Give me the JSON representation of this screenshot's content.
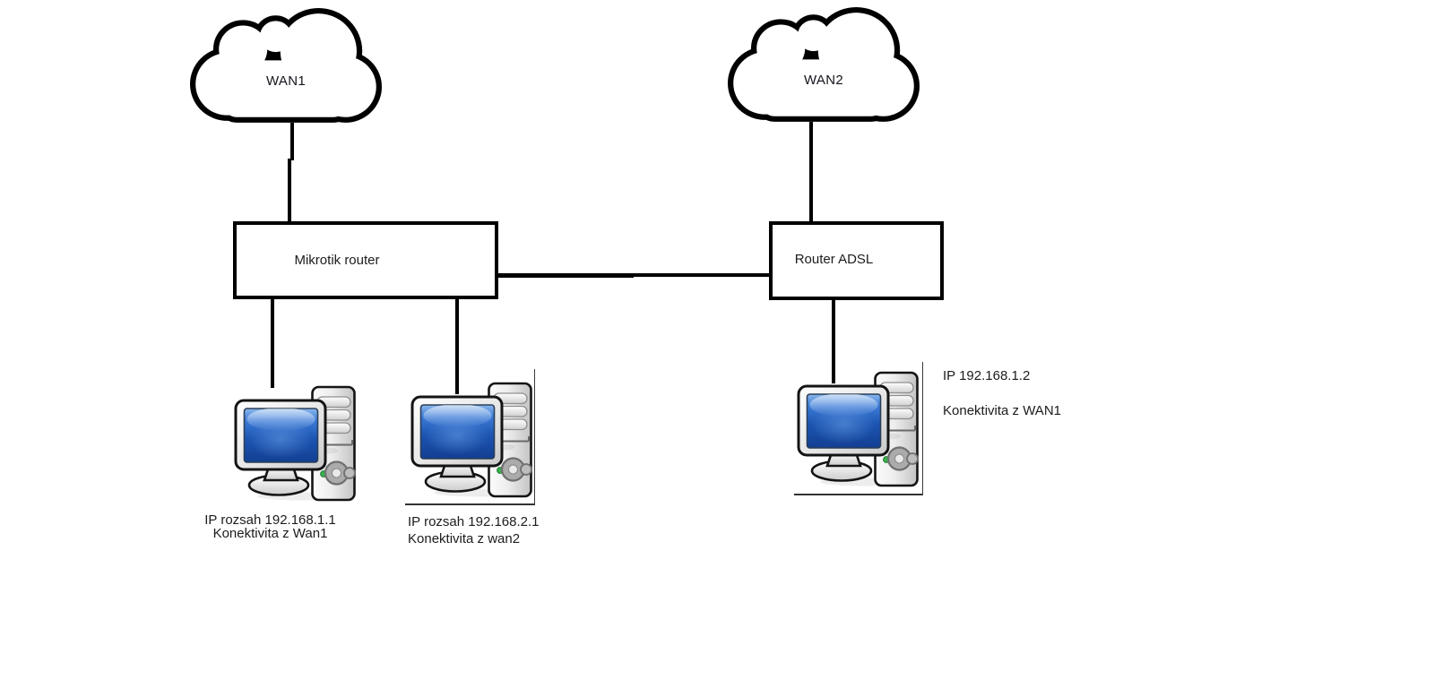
{
  "diagram": {
    "type": "network-topology",
    "clouds": [
      {
        "id": "wan1",
        "label": "WAN1"
      },
      {
        "id": "wan2",
        "label": "WAN2"
      }
    ],
    "routers": [
      {
        "id": "mikrotik",
        "label": "Mikrotik router"
      },
      {
        "id": "adsl",
        "label": "Router ADSL"
      }
    ],
    "computers": [
      {
        "id": "pc-lan1",
        "caption_lines": [
          "IP rozsah 192.168.1.1",
          "Konektivita z Wan1"
        ]
      },
      {
        "id": "pc-lan2",
        "caption_lines": [
          "IP rozsah 192.168.2.1",
          "Konektivita z wan2"
        ]
      },
      {
        "id": "pc-wan1",
        "caption_lines": [
          "IP 192.168.1.2",
          "Konektivita z WAN1"
        ]
      }
    ],
    "connections": [
      {
        "from": "wan1",
        "to": "mikrotik"
      },
      {
        "from": "wan2",
        "to": "adsl"
      },
      {
        "from": "mikrotik",
        "to": "adsl"
      },
      {
        "from": "mikrotik",
        "to": "pc-lan1"
      },
      {
        "from": "mikrotik",
        "to": "pc-lan2"
      },
      {
        "from": "adsl",
        "to": "pc-wan1"
      }
    ],
    "icons": {
      "cloud": "cloud-icon",
      "computer": "desktop-pc-icon"
    },
    "colors": {
      "line": "#000000",
      "shape_border": "#000000",
      "shape_fill": "#ffffff",
      "text": "#1c1c1c",
      "screen_blue": "#2e6cc8",
      "led_green": "#37b24a"
    }
  }
}
